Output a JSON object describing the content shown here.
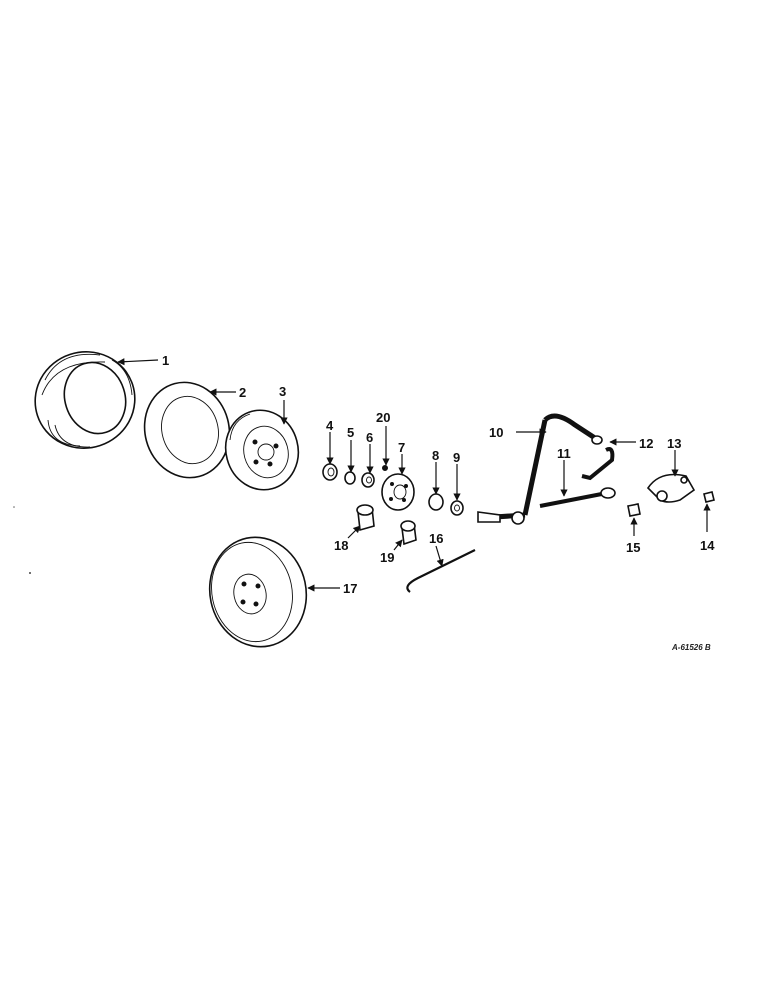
{
  "figure_id": "A-61526 B",
  "callouts": {
    "c1": "1",
    "c2": "2",
    "c3": "3",
    "c4": "4",
    "c5": "5",
    "c6": "6",
    "c7": "7",
    "c8": "8",
    "c9": "9",
    "c10": "10",
    "c11": "11",
    "c12": "12",
    "c13": "13",
    "c14": "14",
    "c15": "15",
    "c16": "16",
    "c17": "17",
    "c18": "18",
    "c19": "19",
    "c20": "20"
  },
  "colors": {
    "ink": "#111111",
    "paper": "#ffffff"
  }
}
